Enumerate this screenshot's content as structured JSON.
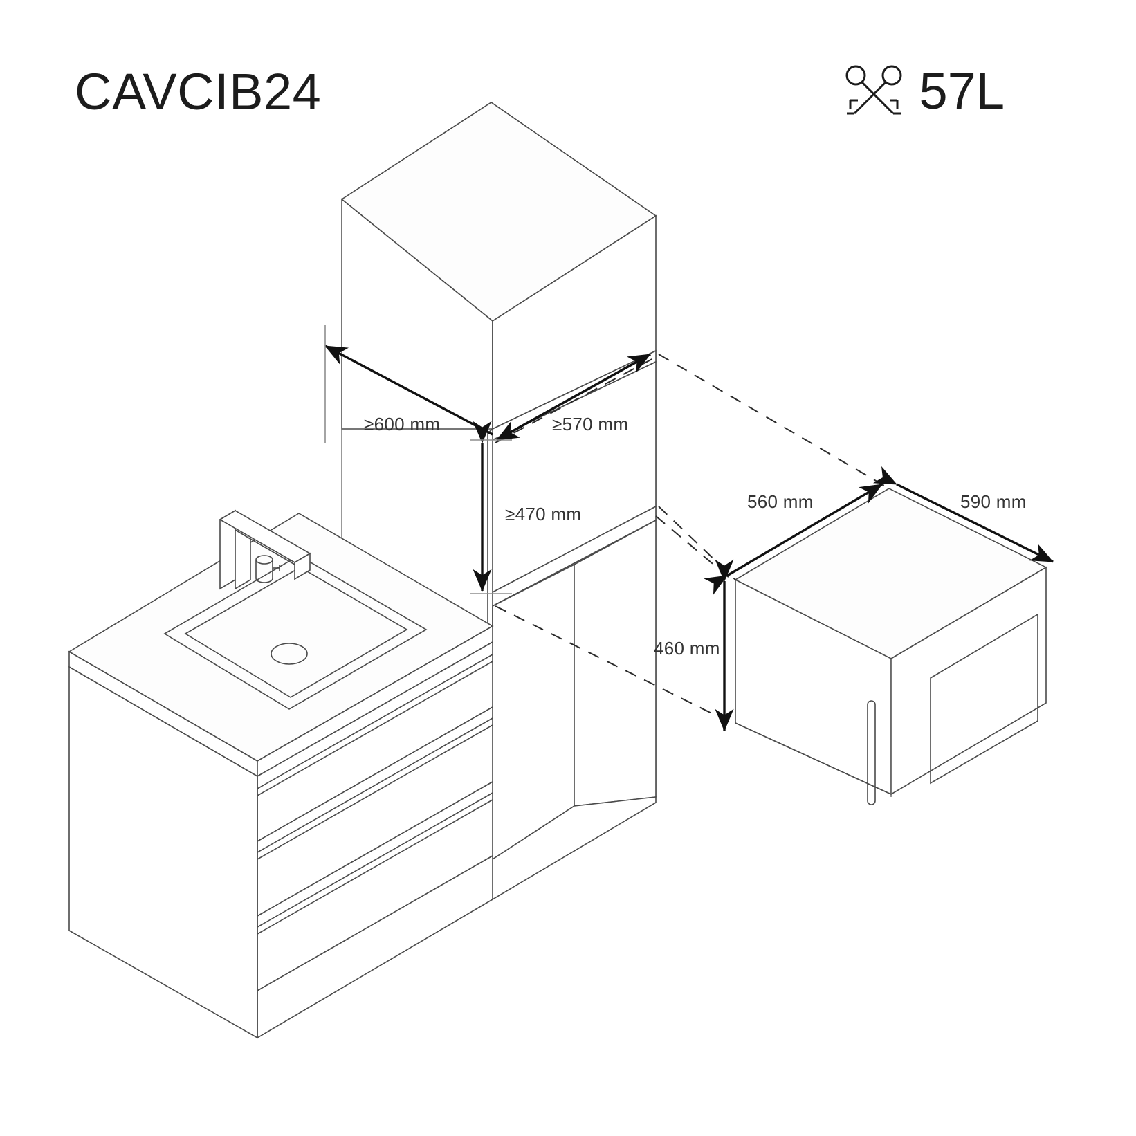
{
  "header": {
    "model_title": "CAVCIB24",
    "capacity_value": "57L",
    "capacity_icon": "crossed-keys-icon"
  },
  "diagram": {
    "type": "isometric-installation-drawing",
    "subject": "built-in wine cellar in bathroom vanity cabinet run",
    "line_color": "#4a4a4a",
    "dimension_color": "#111111",
    "background": "#ffffff"
  },
  "dimensions": {
    "niche_height": {
      "label": "≥600 mm",
      "value": 600,
      "unit": "mm",
      "qualifier": "min",
      "name": "niche-height"
    },
    "niche_depth": {
      "label": "≥570 mm",
      "value": 570,
      "unit": "mm",
      "qualifier": "min",
      "name": "niche-depth"
    },
    "niche_opening_height": {
      "label": "≥470 mm",
      "value": 470,
      "unit": "mm",
      "qualifier": "min",
      "name": "niche-opening-height"
    },
    "appliance_width": {
      "label": "560 mm",
      "value": 560,
      "unit": "mm",
      "qualifier": "exact",
      "name": "appliance-width"
    },
    "appliance_depth": {
      "label": "590 mm",
      "value": 590,
      "unit": "mm",
      "qualifier": "exact",
      "name": "appliance-depth"
    },
    "appliance_height": {
      "label": "460 mm",
      "value": 460,
      "unit": "mm",
      "qualifier": "exact",
      "name": "appliance-height"
    }
  },
  "objects": {
    "upper_cabinet": "upper-wall-cabinet",
    "vanity_unit": "vanity-cabinet-with-drawers",
    "basin": "rectangular-washbasin",
    "faucet": "square-wall-faucet",
    "drain": "basin-drain",
    "tumbler": "tumbler-cup",
    "niche": "appliance-niche",
    "appliance": "built-in-wine-cellar",
    "appliance_door": "glass-door-panel",
    "appliance_handle": "vertical-door-handle",
    "drawer_count": 3
  }
}
